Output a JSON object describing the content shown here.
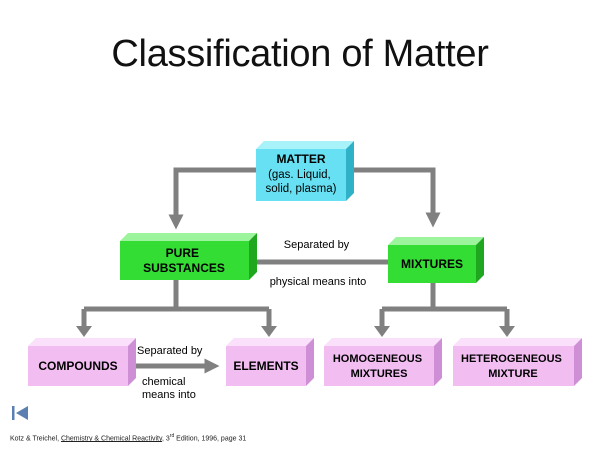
{
  "title": "Classification of Matter",
  "colors": {
    "cyan": "#66e0f2",
    "green": "#33dd33",
    "pink": "#f2bef2",
    "arrow": "#808080"
  },
  "nodes": {
    "matter": [
      "MATTER",
      "(gas. Liquid,",
      "solid, plasma)"
    ],
    "pure_substances": [
      "PURE",
      "SUBSTANCES"
    ],
    "mixtures": [
      "MIXTURES"
    ],
    "compounds": [
      "COMPOUNDS"
    ],
    "elements": [
      "ELEMENTS"
    ],
    "homogeneous": [
      "HOMOGENEOUS",
      "MIXTURES"
    ],
    "heterogeneous": [
      "HETEROGENEOUS",
      "MIXTURE"
    ]
  },
  "labels": {
    "physical_top": "Separated by",
    "physical_bottom": "physical means into",
    "chemical_top": "Separated by",
    "chemical_bottom_1": "chemical",
    "chemical_bottom_2": "means into"
  },
  "citation": {
    "authors": "Kotz & Treichel, ",
    "book": "Chemistry & Chemical Reactivity",
    "edition_num": ", 3",
    "edition_sup": "rd",
    "rest": " Edition, 1996, page 31"
  },
  "icons": {
    "nav": "first-slide-icon"
  }
}
